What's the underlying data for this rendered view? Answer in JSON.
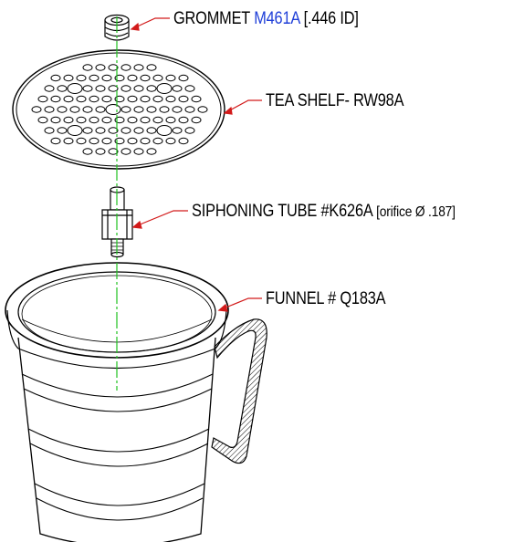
{
  "callouts": {
    "grommet": {
      "name": "GROMMET ",
      "part": "M461A",
      "spec": " [.446 ID]"
    },
    "tea_shelf": {
      "text": "TEA SHELF- RW98A"
    },
    "siphoning_tube": {
      "name": "SIPHONING TUBE #K626A ",
      "spec": "[orifice Ø .187]"
    },
    "funnel": {
      "text": "FUNNEL # Q183A"
    }
  },
  "colors": {
    "link": "#1f3fd8",
    "leader": "#d21a1a",
    "centerline": "#1ec21e",
    "line": "#000000"
  }
}
